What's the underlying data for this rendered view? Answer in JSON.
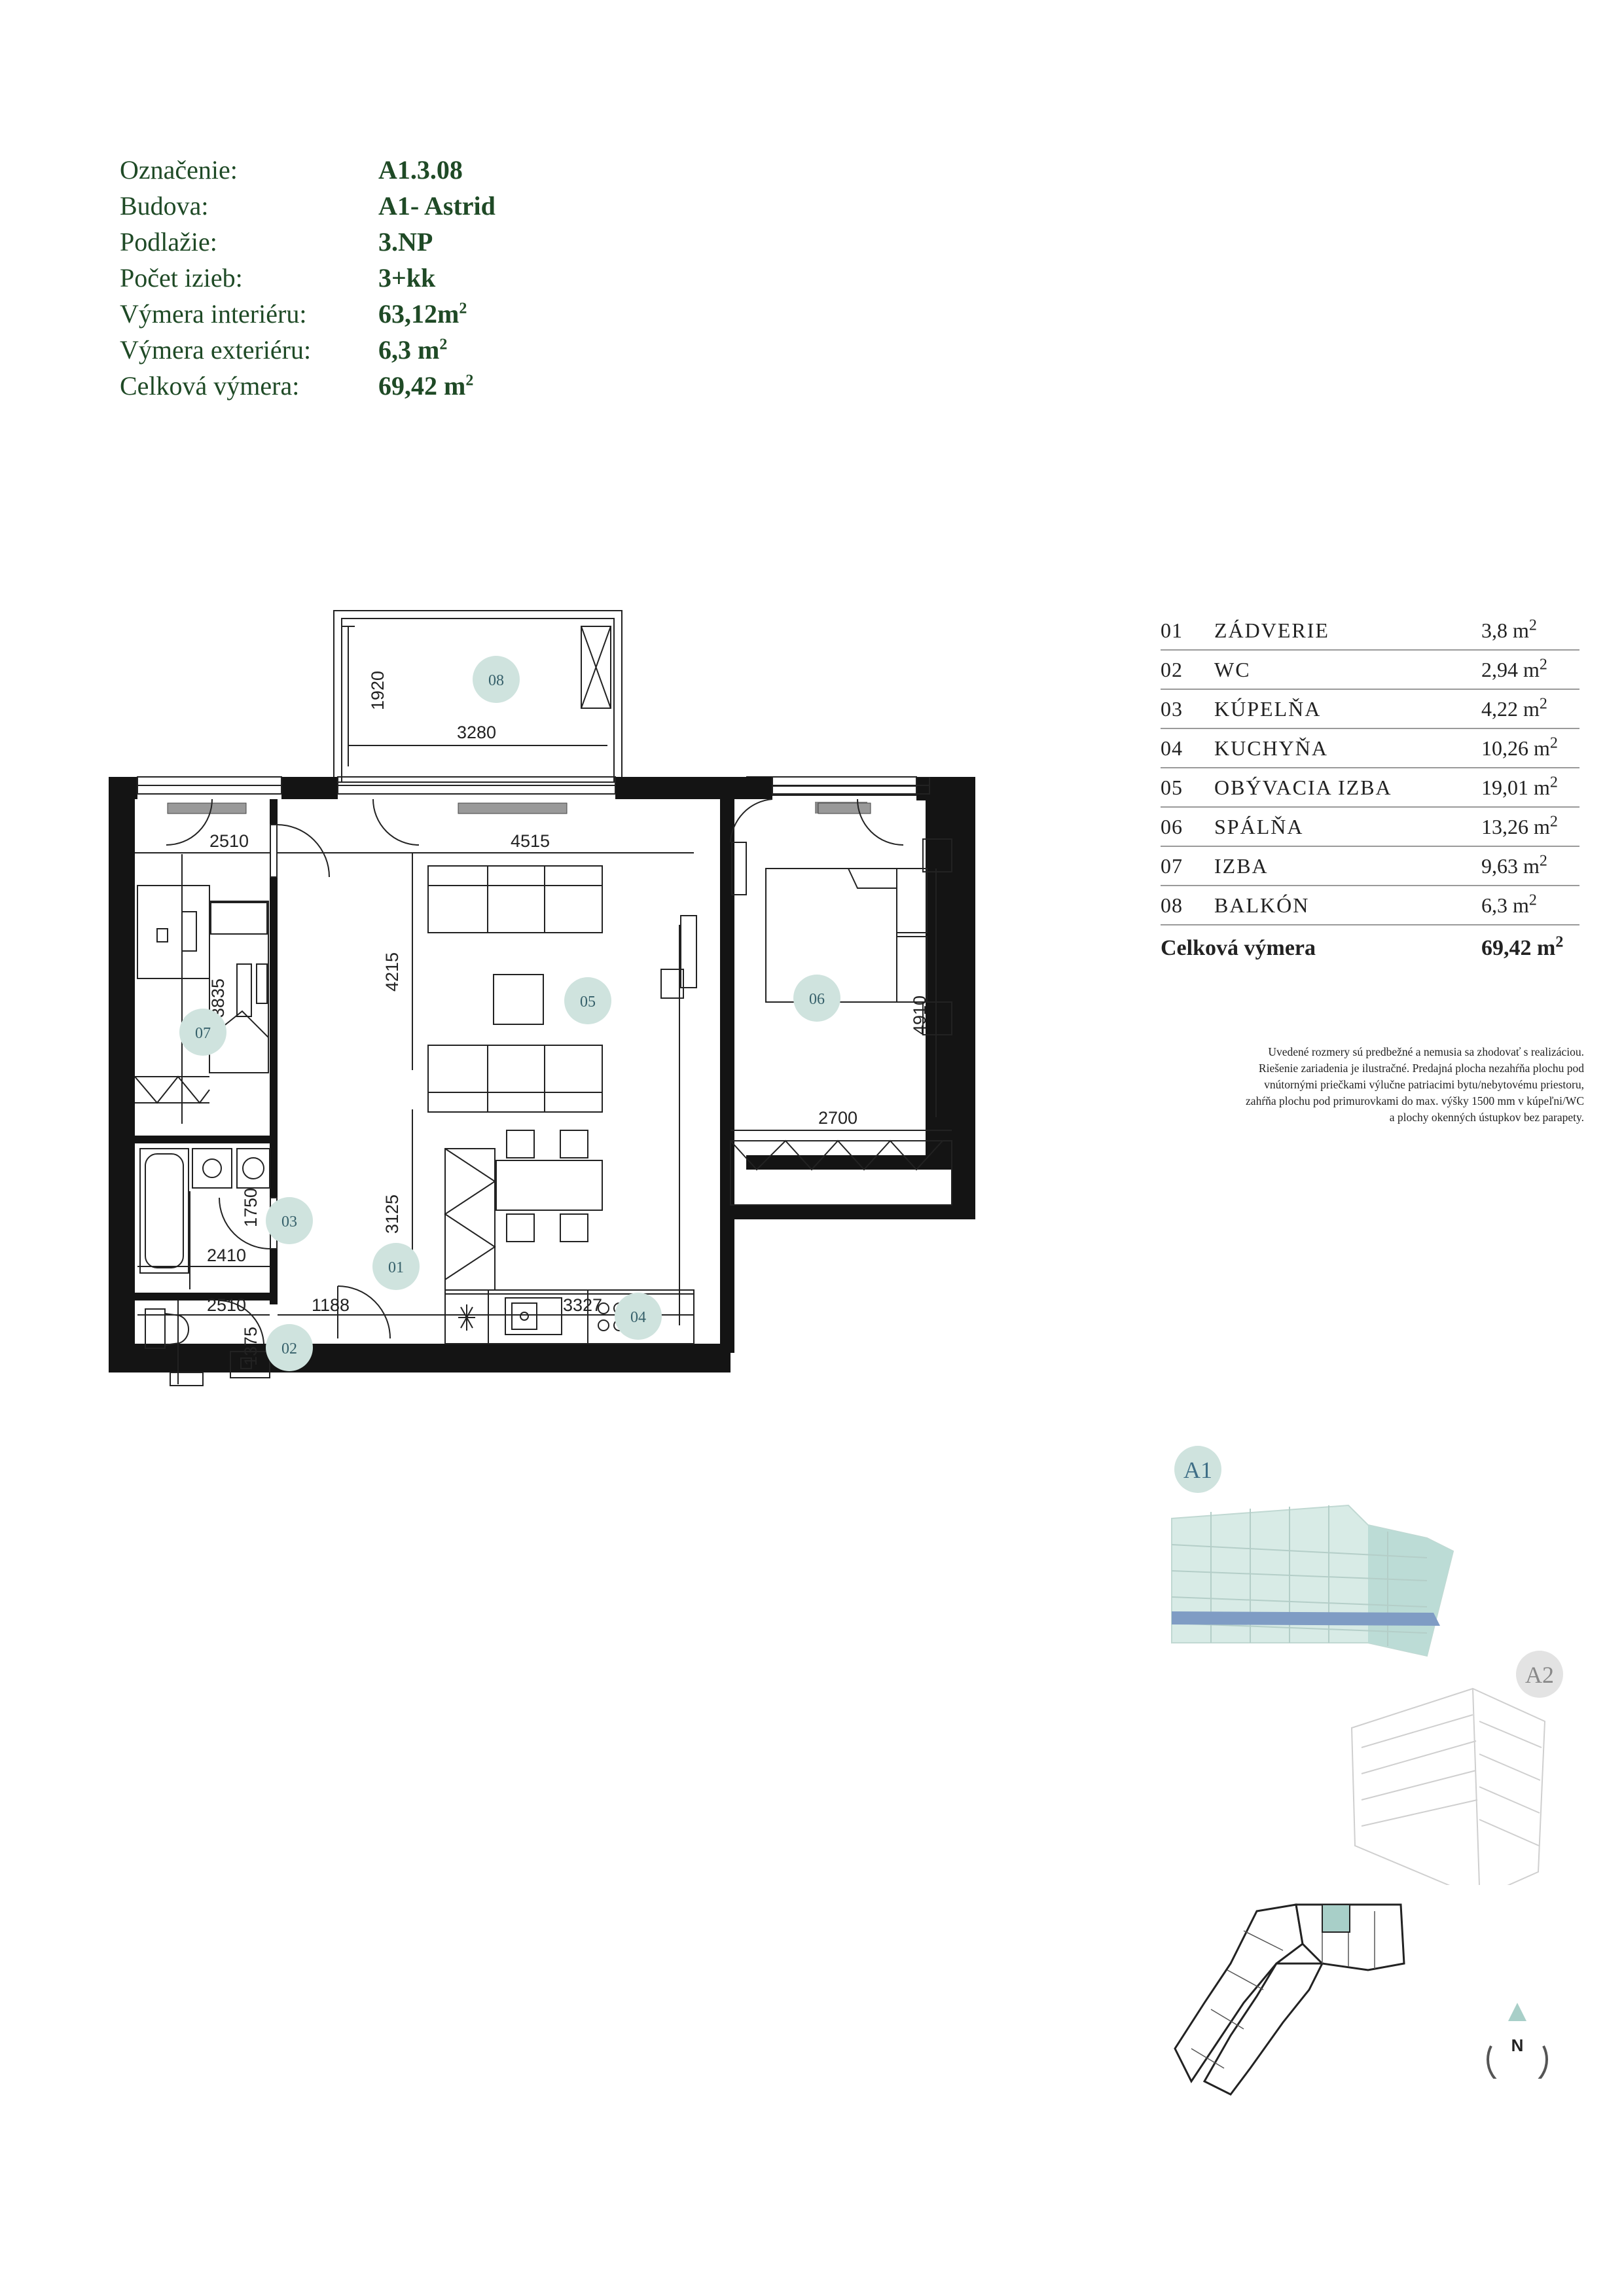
{
  "unit_info": [
    {
      "label": "Označenie:",
      "value": "A1.3.08",
      "sup": ""
    },
    {
      "label": "Budova:",
      "value": "A1- Astrid",
      "sup": ""
    },
    {
      "label": "Podlažie:",
      "value": "3.NP",
      "sup": ""
    },
    {
      "label": "Počet izieb:",
      "value": "3+kk",
      "sup": ""
    },
    {
      "label": "Výmera interiéru:",
      "value": "63,12m",
      "sup": "2"
    },
    {
      "label": "Výmera exteriéru:",
      "value": "6,3 m",
      "sup": "2"
    },
    {
      "label": "Celková výmera:",
      "value": "69,42 m",
      "sup": "2"
    }
  ],
  "plan": {
    "dimensions": {
      "d1920": "1920",
      "d3280": "3280",
      "d2510a": "2510",
      "d4515": "4515",
      "d3835": "3835",
      "d4215": "4215",
      "d4910": "4910",
      "d2700": "2700",
      "d1750": "1750",
      "d2410": "2410",
      "d3125": "3125",
      "d2510b": "2510",
      "d1188": "1188",
      "d3327": "3327",
      "d1375": "1375"
    },
    "labels": {
      "r01": "01",
      "r02": "02",
      "r03": "03",
      "r04": "04",
      "r05": "05",
      "r06": "06",
      "r07": "07",
      "r08": "08"
    }
  },
  "rooms": [
    {
      "num": "01",
      "name": "ZÁDVERIE",
      "area": "3,8 m",
      "sup": "2"
    },
    {
      "num": "02",
      "name": "WC",
      "area": "2,94 m",
      "sup": "2"
    },
    {
      "num": "03",
      "name": "KÚPELŇA",
      "area": "4,22 m",
      "sup": "2"
    },
    {
      "num": "04",
      "name": "KUCHYŇA",
      "area": "10,26 m",
      "sup": "2"
    },
    {
      "num": "05",
      "name": "OBÝVACIA IZBA",
      "area": "19,01 m",
      "sup": "2"
    },
    {
      "num": "06",
      "name": "SPÁLŇA",
      "area": "13,26 m",
      "sup": "2"
    },
    {
      "num": "07",
      "name": "IZBA",
      "area": "9,63 m",
      "sup": "2"
    },
    {
      "num": "08",
      "name": "BALKÓN",
      "area": "6,3  m",
      "sup": "2"
    }
  ],
  "total": {
    "label": "Celková výmera",
    "value": "69,42 m",
    "sup": "2"
  },
  "note": [
    "Uvedené rozmery sú predbežné a nemusia sa zhodovať s realizáciou.",
    "Riešenie zariadenia je ilustračné. Predajná plocha nezahŕňa plochu pod",
    "vnútornými priečkami výlučne patriacimi bytu/nebytovému priestoru,",
    "zahŕňa plochu pod primurovkami do max. výšky 1500 mm v kúpeľni/WC",
    "a plochy okenných ústupkov bez parapety."
  ],
  "buildings": {
    "a1": "A1",
    "a2": "A2"
  },
  "compass": {
    "north": "N"
  },
  "colors": {
    "accent_green": "#1f4a26",
    "badge": "#cfe3de",
    "highlight_band": "#7f9cc4"
  }
}
